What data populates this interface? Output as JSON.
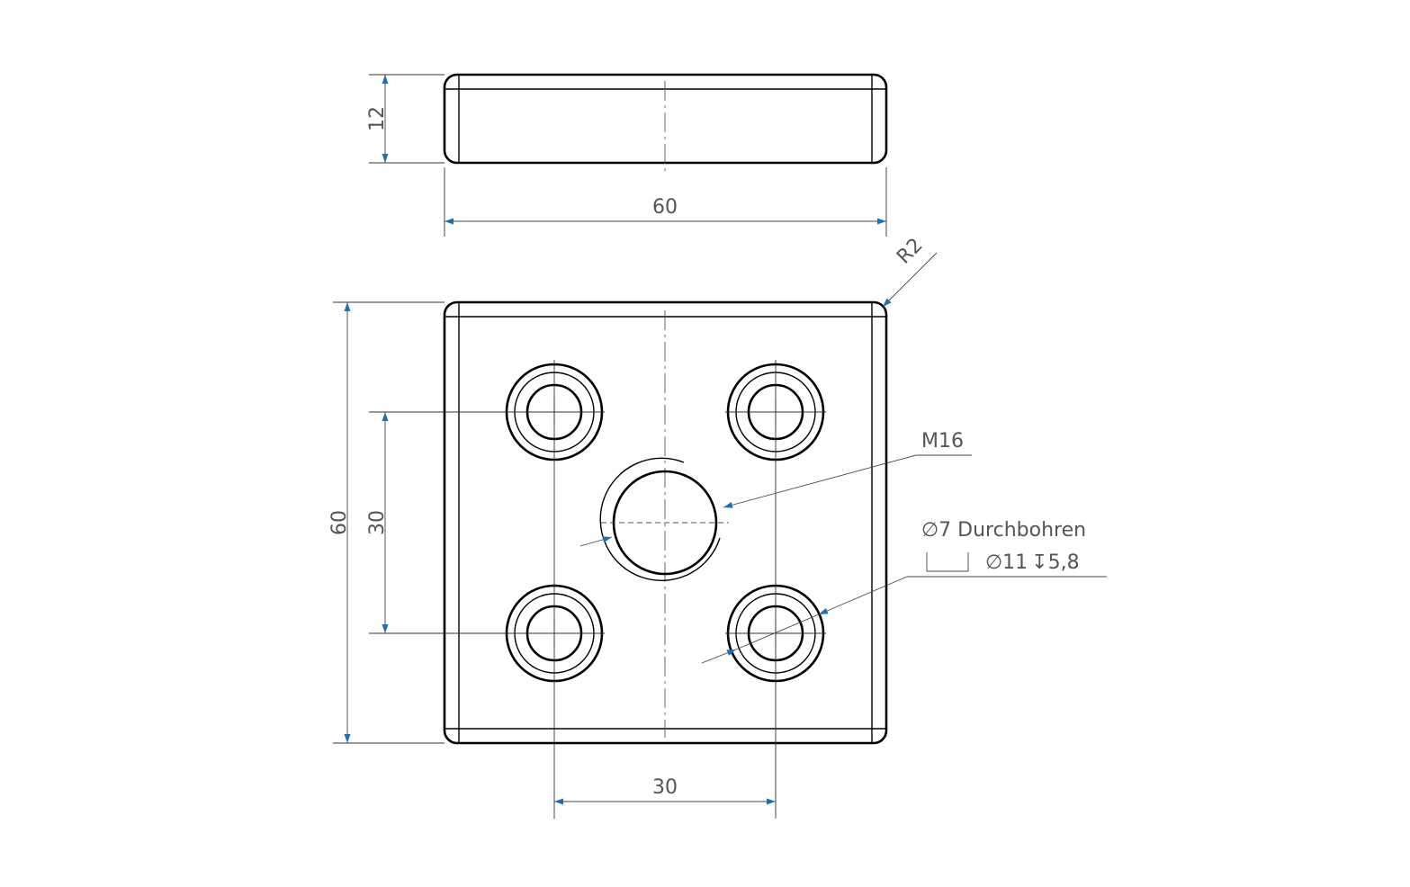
{
  "colors": {
    "line": "#000000",
    "dimension_line": "#444444",
    "dimension_text": "#555555",
    "arrow": "#1f6fb5",
    "background": "#ffffff"
  },
  "side_view": {
    "height_label": "12",
    "width_label": "60"
  },
  "top_view": {
    "corner_radius_label": "R2",
    "height_label": "60",
    "hole_spacing_vertical_label": "30",
    "hole_spacing_horizontal_label": "30",
    "thread_label": "M16",
    "hole_callout": {
      "line1_symbol": "∅",
      "line1_text": "7 Durchbohren",
      "line2_diameter_symbol": "∅",
      "line2_diameter": "11",
      "line2_depth_symbol": "↧",
      "line2_depth": "5,8"
    }
  }
}
